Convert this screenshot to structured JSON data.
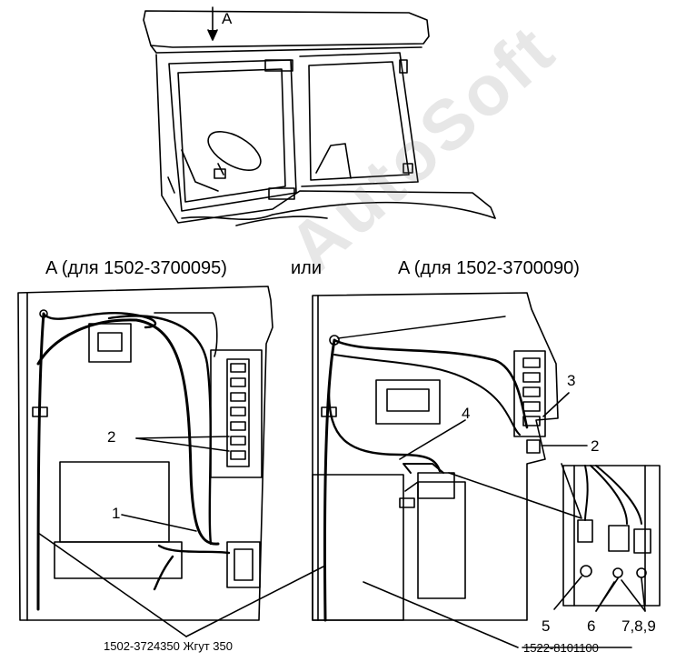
{
  "cab_view": {
    "view_marker": "A"
  },
  "view_left": {
    "title": "A (для 1502-3700095)"
  },
  "view_separator": "или",
  "view_right": {
    "title": "A (для 1502-3700090)"
  },
  "callouts": {
    "n1": "1",
    "n2_left": "2",
    "n2_right": "2",
    "n3": "3",
    "n4": "4",
    "n5": "5",
    "n6": "6",
    "n789": "7,8,9"
  },
  "part_numbers": {
    "harness": "1502-3724350 Жгут 350",
    "battery_switch": "1522-8101100"
  },
  "watermark": "AutoSoft"
}
